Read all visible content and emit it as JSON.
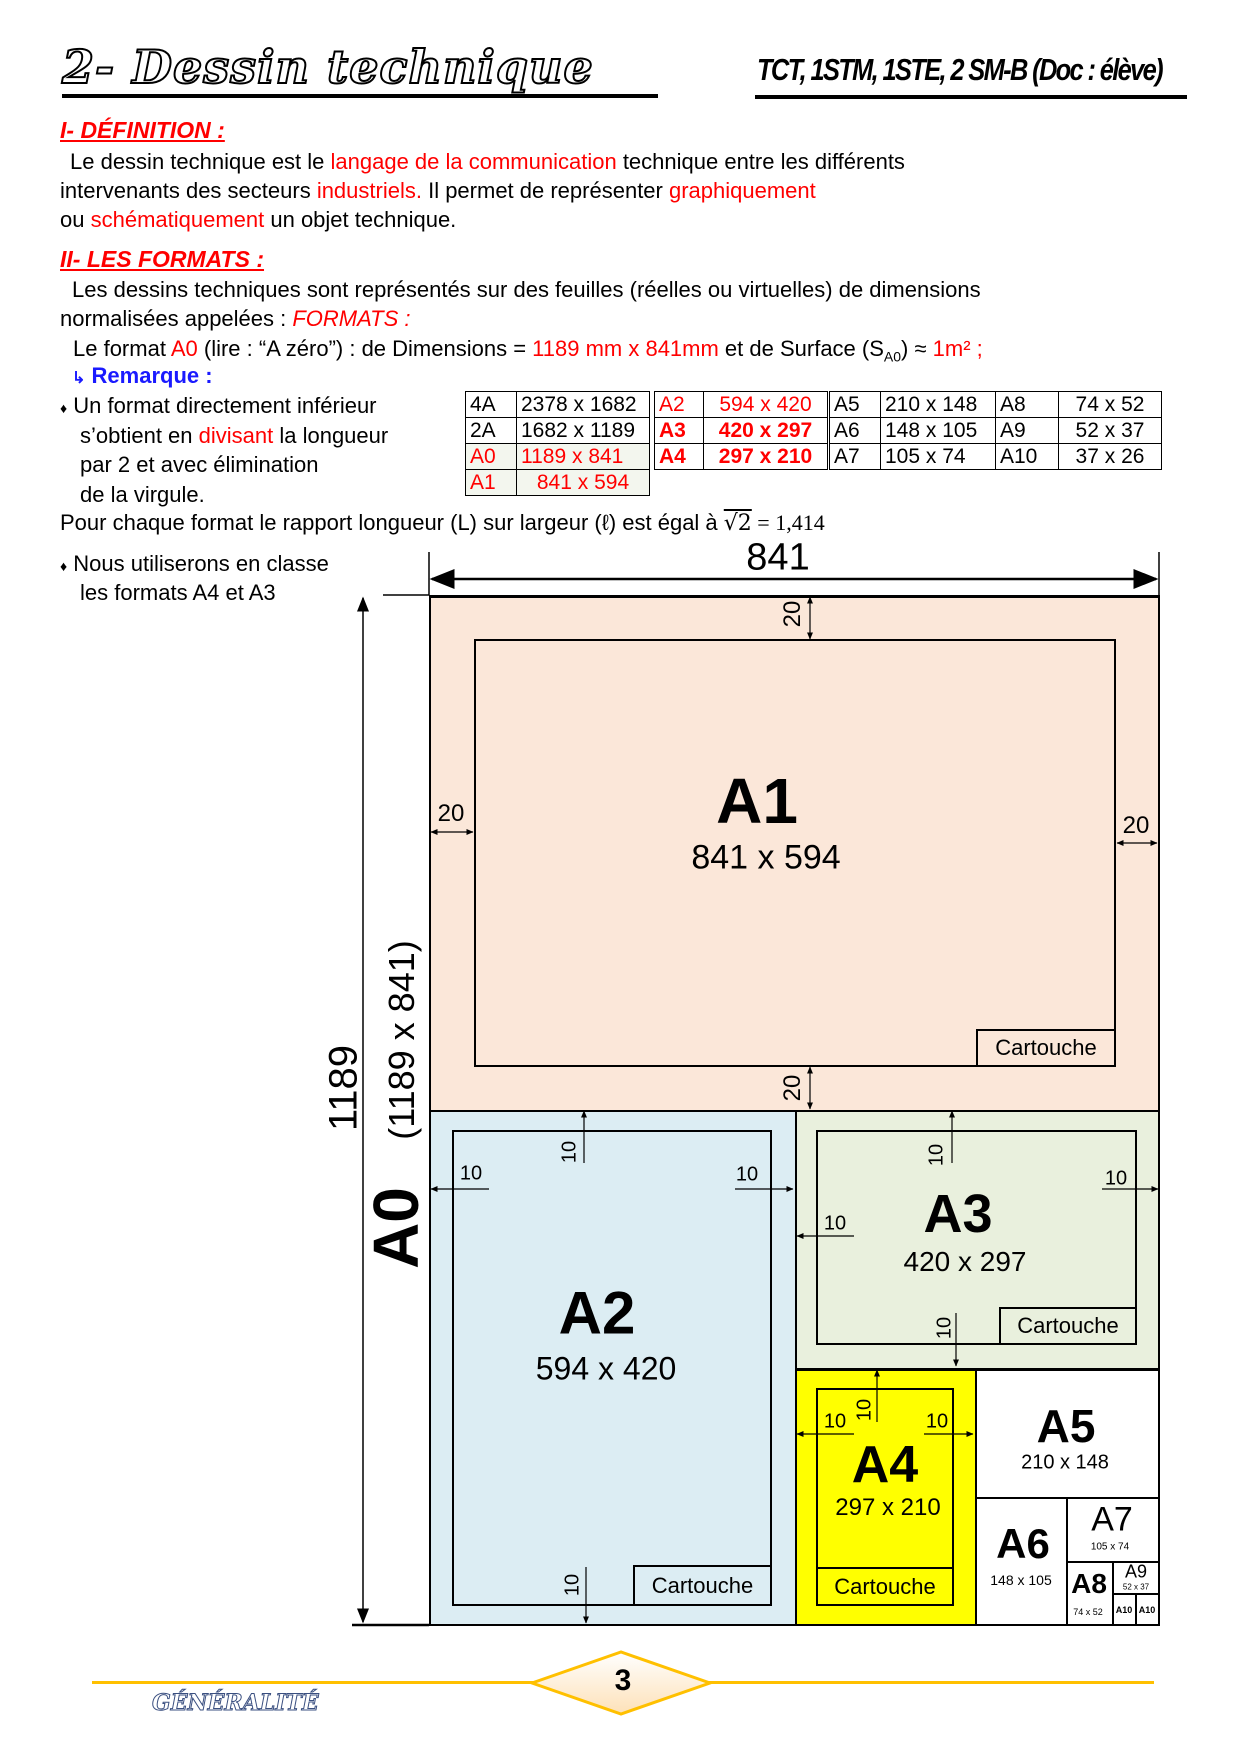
{
  "header": {
    "title": "2- Dessin technique",
    "subtitle": "TCT, 1STM, 1STE,  2 SM-B (Doc : élève)"
  },
  "definition": {
    "heading": "I- DÉFINITION :",
    "l1a": "Le dessin technique est le ",
    "l1b": "langage de la communication",
    "l1c": " technique entre les différents",
    "l2a": "intervenants des secteurs ",
    "l2b": "industriels.",
    "l2c": " Il permet de représenter ",
    "l2d": "graphiquement",
    "l3a": "ou ",
    "l3b": "schématiquement",
    "l3c": " un objet technique."
  },
  "formats": {
    "heading": "II- LES FORMATS :",
    "l1": "Les dessins techniques sont représentés sur des feuilles (réelles ou virtuelles) de dimensions",
    "l2a": "normalisées appelées : ",
    "l2b": "FORMATS :",
    "l3a": "Le format ",
    "l3b": "A0",
    "l3c": " (lire : “A zéro”) : de Dimensions = ",
    "l3d": "1189 mm x 841mm",
    "l3e": " et de Surface (S",
    "l3sub": "A0",
    "l3f": ") ≈ ",
    "l3g": "1m² ;",
    "remarque_icon": "↳",
    "remarque": "Remarque :",
    "bullet": "♦",
    "b1l1": "Un format directement inférieur",
    "b1l2a": "s’obtient en ",
    "b1l2b": "divisant",
    "b1l2c": " la longueur",
    "b1l3": "par 2 et avec élimination",
    "b1l4": "de la virgule.",
    "ratio_a": "Pour chaque format le rapport longueur (L) sur largeur (ℓ) est égal à ",
    "ratio_sqrt": "√2",
    "ratio_b": " = 1,414",
    "b2l1": "Nous utiliserons en classe",
    "b2l2": "les formats A4 et A3"
  },
  "table": {
    "g1": [
      [
        "4A",
        "2378 x 1682"
      ],
      [
        "2A",
        "1682 x 1189"
      ],
      [
        "A0",
        "1189 x 841"
      ],
      [
        "A1",
        "841 x 594"
      ]
    ],
    "g2": [
      [
        "A2",
        "594 x 420"
      ],
      [
        "A3",
        "420 x 297"
      ],
      [
        "A4",
        "297 x 210"
      ]
    ],
    "g3": [
      [
        "A5",
        "210 x 148",
        "A8",
        "74 x 52"
      ],
      [
        "A6",
        "148 x 105",
        "A9",
        "52 x 37"
      ],
      [
        "A7",
        "105 x 74",
        "A10",
        "37 x 26"
      ]
    ]
  },
  "diagram": {
    "width_label": "841",
    "height_label": "1189",
    "a0_name": "A0",
    "a0_dims": "(1189 x 841)",
    "a1": {
      "name": "A1",
      "dims": "841 x 594",
      "margin": "20"
    },
    "a2": {
      "name": "A2",
      "dims": "594 x 420",
      "margin": "10"
    },
    "a3": {
      "name": "A3",
      "dims": "420 x 297",
      "margin": "10"
    },
    "a4": {
      "name": "A4",
      "dims": "297 x 210",
      "margin": "10"
    },
    "a5": {
      "name": "A5",
      "dims": "210 x 148"
    },
    "a6": {
      "name": "A6",
      "dims": "148 x 105"
    },
    "a7": {
      "name": "A7",
      "dims": "105 x 74"
    },
    "a8": {
      "name": "A8",
      "dims": "74 x 52"
    },
    "a9": {
      "name": "A9",
      "dims": "52 x 37"
    },
    "a10": {
      "name": "A10"
    },
    "cartouche": "Cartouche",
    "colors": {
      "a1": "#fbe7d9",
      "a2": "#dcedf3",
      "a3": "#e9f0dd",
      "a4": "#ffff00",
      "small": "#ffffff"
    }
  },
  "footer": {
    "page": "3",
    "section": "GÉNÉRALITÉ",
    "accent": "#ffc000"
  }
}
